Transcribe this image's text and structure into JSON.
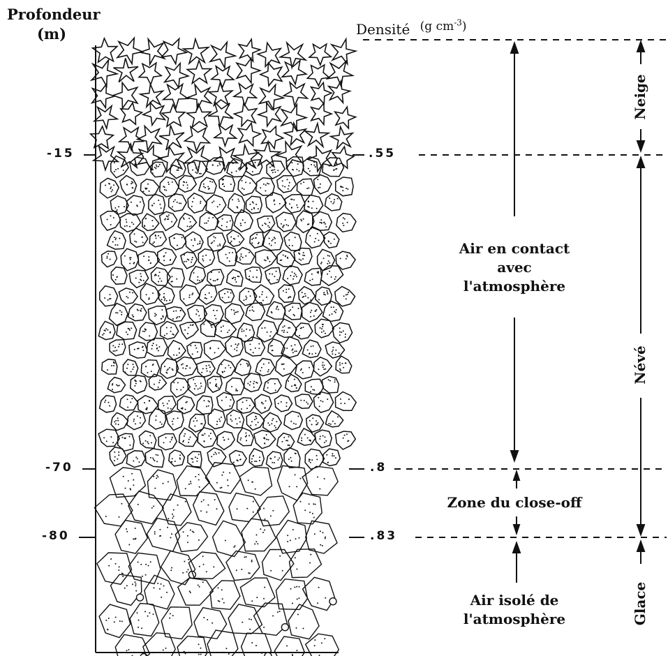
{
  "header": {
    "depth_label_line1": "Profondeur",
    "depth_label_line2": "(m)",
    "density_label": "Densité",
    "density_unit_main": "(g cm",
    "density_unit_exp": "-3",
    "density_unit_close": ")"
  },
  "depth_marks": [
    "-15",
    "-70",
    "-80"
  ],
  "density_marks": [
    ".55",
    ".8",
    ".83"
  ],
  "middle_labels": {
    "air_contact": [
      "Air en contact",
      "avec",
      "l'atmosphère"
    ],
    "close_off": "Zone du close-off",
    "air_isolated": [
      "Air isolé de",
      "l'atmosphère"
    ]
  },
  "zones": {
    "neige": "Neige",
    "neve": "Névé",
    "glace": "Glace"
  },
  "colors": {
    "ink": "#111111",
    "background": "#ffffff"
  }
}
